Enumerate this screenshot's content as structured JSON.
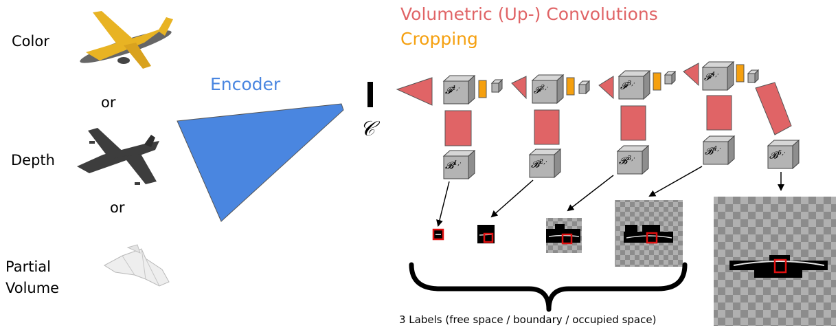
{
  "inputs": {
    "color_label": "Color",
    "depth_label": "Depth",
    "partial_label_line1": "Partial",
    "partial_label_line2": "Volume",
    "or_1": "or",
    "or_2": "or"
  },
  "legend": {
    "conv": "Volumetric (Up-) Convolutions",
    "crop": "Cropping"
  },
  "encoder": {
    "label": "Encoder"
  },
  "latent": {
    "label": "𝒞"
  },
  "features": [
    {
      "sym": "𝓕",
      "sup": "1,·"
    },
    {
      "sym": "𝓕",
      "sup": "2,·"
    },
    {
      "sym": "𝓕",
      "sup": "3,·"
    },
    {
      "sym": "𝓕",
      "sup": "4,·"
    }
  ],
  "boundaries": [
    {
      "sym": "𝓑",
      "sup": "1,·"
    },
    {
      "sym": "𝓑",
      "sup": "2,·"
    },
    {
      "sym": "𝓑",
      "sup": "3,·"
    },
    {
      "sym": "𝓑",
      "sup": "4,·"
    },
    {
      "sym": "𝓑",
      "sup": "5,·"
    }
  ],
  "caption": "3 Labels (free space / boundary / occupied space)",
  "colors": {
    "conv": "#e06466",
    "crop": "#f5a00f",
    "encoder": "#4a86e0",
    "cube": "#b4b4b4",
    "highlight": "#e01010"
  },
  "icons": [
    "airplane-color-icon",
    "airplane-depth-icon",
    "partial-volume-icon"
  ]
}
